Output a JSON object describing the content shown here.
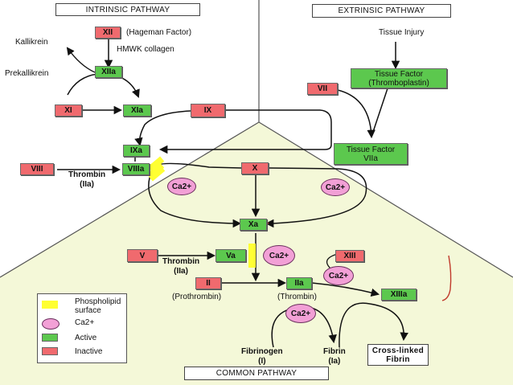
{
  "titles": {
    "intrinsic": "INTRINSIC PATHWAY",
    "extrinsic": "EXTRINSIC PATHWAY",
    "common": "COMMON PATHWAY"
  },
  "factors": {
    "xii": "XII",
    "xiia": "XIIa",
    "xi": "XI",
    "xia": "XIa",
    "ix": "IX",
    "ixa": "IXa",
    "viii": "VIII",
    "viiia": "VIIIa",
    "x": "X",
    "xa": "Xa",
    "v": "V",
    "va": "Va",
    "ii": "II",
    "iia": "IIa",
    "xiii": "XIII",
    "xiiia": "XIIIa",
    "vii": "VII",
    "tissue_factor_thrombo": "Tissue Factor\n(Thromboplastin)",
    "tissue_factor_viia": "Tissue Factor\nVIIa"
  },
  "labels": {
    "hageman": "(Hageman Factor)",
    "hmwk": "HMWK collagen",
    "kallikrein": "Kallikrein",
    "prekallikrein": "Prekallikrein",
    "tissue_injury": "Tissue Injury",
    "thrombin_iia_1": "Thrombin\n(IIa)",
    "thrombin_iia_2": "Thrombin\n(IIa)",
    "prothrombin": "(Prothrombin)",
    "thrombin": "(Thrombin)",
    "fibrinogen": "Fibrinogen\n(I)",
    "fibrin": "Fibrin\n(Ia)",
    "crosslinked": "Cross-linked\nFibrin"
  },
  "calcium": "Ca2+",
  "legend": {
    "phospholipid": "Phospholipid\nsurface",
    "ca": "Ca2+",
    "active": "Active",
    "inactive": "Inactive"
  },
  "colors": {
    "active": "#5cc84e",
    "inactive": "#f06a6e",
    "phospholipid": "#ffff33",
    "calcium": "#f2a0d6",
    "background_tint": "#f4f8d8"
  }
}
